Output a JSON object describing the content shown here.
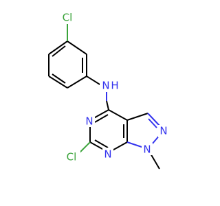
{
  "molecule": {
    "atoms": {
      "cl_top": "Cl",
      "nh": "N",
      "nh_h": "H",
      "n_pyrimidine_upper": "N",
      "n_pyrimidine_lower": "N",
      "n_pyrazole_2": "N",
      "n_pyrazole_1": "N",
      "cl_bottom": "Cl"
    },
    "colors": {
      "carbon_bond": "#000000",
      "nitrogen": "#3333ee",
      "chlorine": "#3aa33a"
    }
  }
}
